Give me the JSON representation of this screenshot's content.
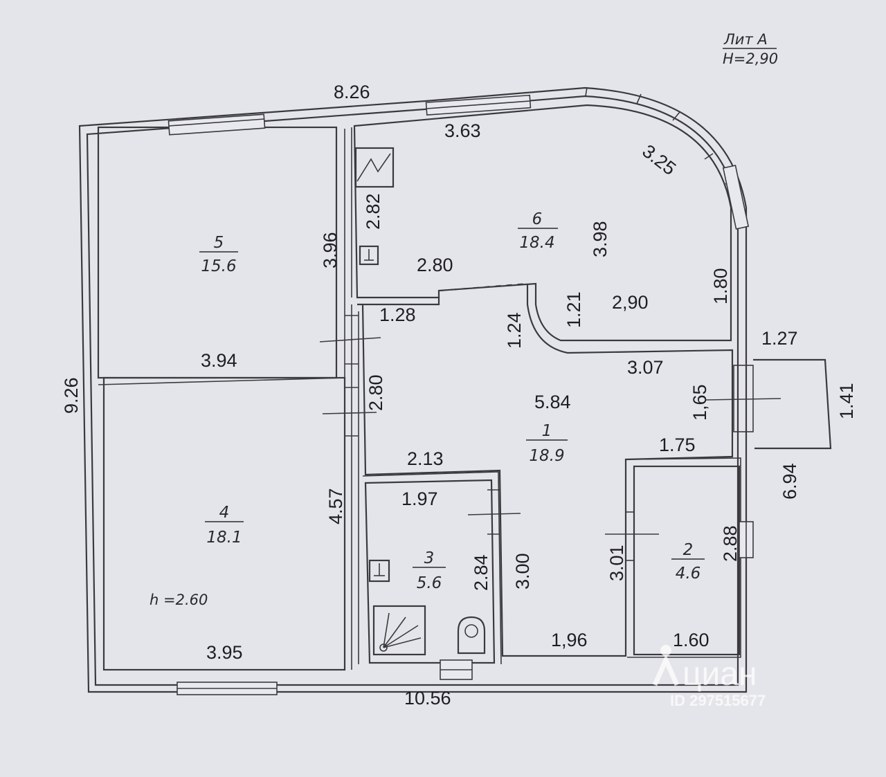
{
  "header": {
    "liter": "Лит А",
    "height": "H=2,90"
  },
  "rooms": [
    {
      "num": "5",
      "area": "15.6"
    },
    {
      "num": "6",
      "area": "18.4"
    },
    {
      "num": "4",
      "area": "18.1"
    },
    {
      "num": "1",
      "area": "18.9"
    },
    {
      "num": "3",
      "area": "5.6"
    },
    {
      "num": "2",
      "area": "4.6"
    }
  ],
  "ceiling_note": "h =2.60",
  "dimensions": {
    "top_total": "8.26",
    "kitchen_top": "3.63",
    "arc": "3.25",
    "left_total": "9.26",
    "bottom_total": "10.56",
    "r5_right": "3.96",
    "r5_bottom": "3.94",
    "r6_left": "2.82",
    "r6_mid": "2.80",
    "r6_height": "3.98",
    "r6_right": "1.80",
    "r6_inner": "2,90",
    "r6_step": "1.21",
    "hall_top": "1.28",
    "hall_step": "1.24",
    "hall_left": "2.80",
    "hall_right_top": "3.07",
    "hall_width": "5.84",
    "hall_bottom_left": "2.13",
    "door_width": "1,65",
    "porch_width": "1.27",
    "porch_depth": "1.41",
    "right_total": "6.94",
    "r2_top": "1.75",
    "r4_right": "4.57",
    "r4_bottom": "3.95",
    "r3_top": "1.97",
    "r3_right": "2.84",
    "hall_lower": "3.00",
    "r2_left": "3.01",
    "r2_right": "2.88",
    "hall_bottom": "1,96",
    "r2_bottom": "1.60"
  },
  "watermark": {
    "brand": "циан",
    "id": "ID 297515677"
  }
}
